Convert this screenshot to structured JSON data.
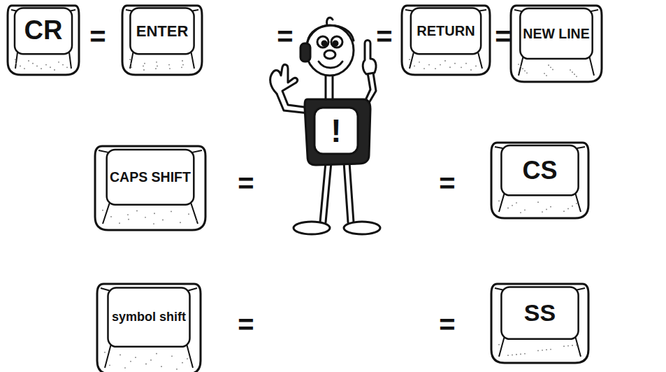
{
  "diagram": {
    "nodes": [
      {
        "text": [
          "CR"
        ]
      },
      {
        "text": [
          "ENTER"
        ]
      },
      {
        "text": [
          "RETURN"
        ]
      },
      {
        "text": [
          "NEW LINE"
        ]
      },
      {
        "text": [
          "CAPS SHIFT"
        ]
      },
      {
        "text": [
          "CS"
        ]
      },
      {
        "text": [
          "symbol shift"
        ]
      },
      {
        "text": [
          "SS"
        ]
      }
    ],
    "labels": [
      "=",
      "=",
      "=",
      "=",
      "!",
      "=",
      "=",
      "=",
      "="
    ]
  }
}
